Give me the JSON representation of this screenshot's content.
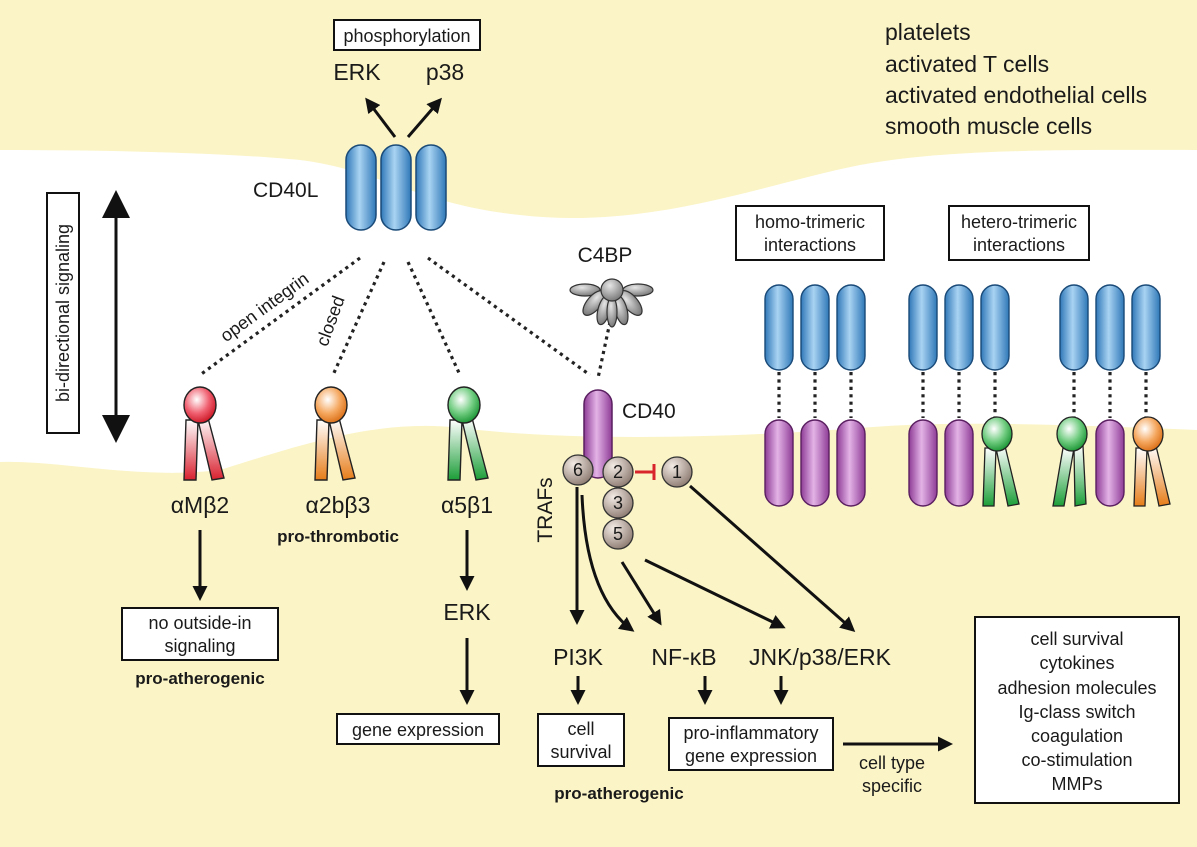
{
  "top_labels": {
    "phosphorylation": "phosphorylation",
    "erk": "ERK",
    "p38": "p38",
    "cd40l": "CD40L",
    "c4bp": "C4BP",
    "cd40": "CD40",
    "traf_label": "TRAFs"
  },
  "cell_types": [
    "platelets",
    "activated T cells",
    "activated endothelial cells",
    "smooth muscle cells"
  ],
  "bidirectional": "bi-directional signaling",
  "integrin_states": {
    "open": "open integrin",
    "closed": "closed"
  },
  "integrins": {
    "amb2": "αMβ2",
    "a2bb3": "α2bβ3",
    "a5b1": "α5β1",
    "pro_thrombotic": "pro-thrombotic"
  },
  "amb2_branch": {
    "line1": "no outside-in",
    "line2": "signaling",
    "tag": "pro-atherogenic"
  },
  "a5b1_branch": {
    "erk": "ERK",
    "gene_expression": "gene expression"
  },
  "trafs": [
    "6",
    "2",
    "3",
    "5",
    "1"
  ],
  "pathways": {
    "pi3k": "PI3K",
    "nfkb": "NF-κB",
    "jnk": "JNK/p38/ERK",
    "cell_survival_1": "cell",
    "cell_survival_2": "survival",
    "pro_atherogenic": "pro-atherogenic",
    "proinflam_1": "pro-inflammatory",
    "proinflam_2": "gene expression",
    "cell_type_1": "cell type",
    "cell_type_2": "specific"
  },
  "outcomes": [
    "cell survival",
    "cytokines",
    "adhesion molecules",
    "Ig-class switch",
    "coagulation",
    "co-stimulation",
    "MMPs"
  ],
  "interactions": {
    "homo_1": "homo-trimeric",
    "homo_2": "interactions",
    "hetero_1": "hetero-trimeric",
    "hetero_2": "interactions"
  },
  "colors": {
    "background": "#fbf4c6",
    "membrane_gap": "#ffffff",
    "cd40l_blue": "#4a94cf",
    "cd40_purple": "#b45ab8",
    "amb2_red": "#e02030",
    "a2bb3_orange": "#ef8420",
    "a5b1_green": "#22a540",
    "traf_brown": "#9c8a80",
    "inhibition_red": "#d8252c"
  }
}
